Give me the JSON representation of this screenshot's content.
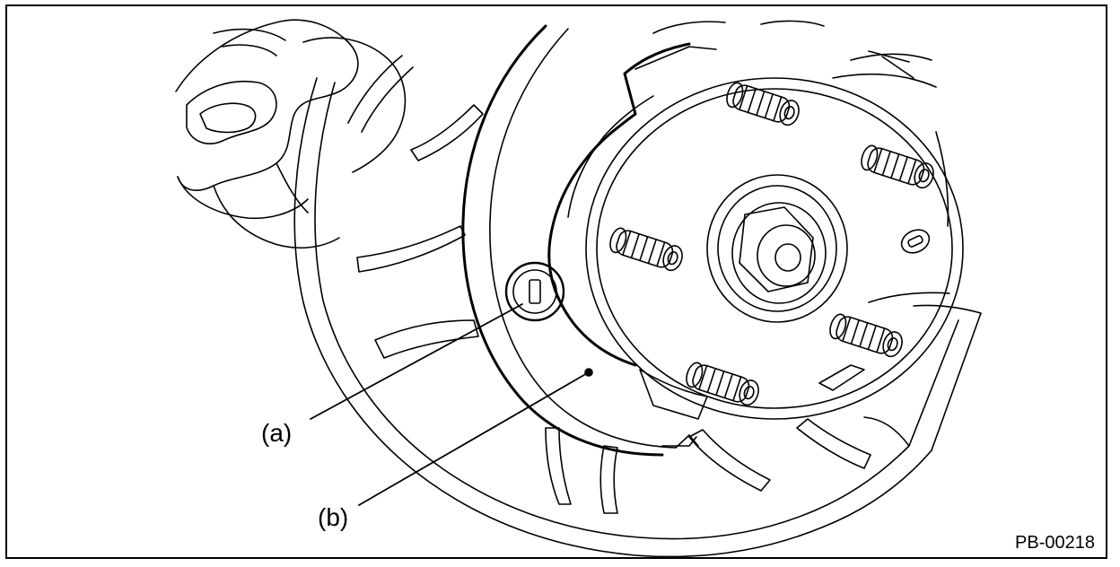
{
  "labels": {
    "a": "(a)",
    "b": "(b)"
  },
  "figure_code": "PB-00218",
  "colors": {
    "ink": "#000000",
    "paper": "#ffffff"
  },
  "icons": [
    "brake-backing-plate",
    "wheel-hub",
    "hub-bolt",
    "access-hole-plug"
  ]
}
